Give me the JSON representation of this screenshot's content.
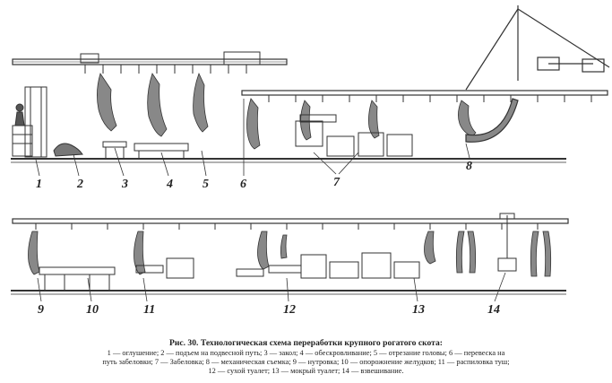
{
  "figure": {
    "numbers_top": [
      "1",
      "2",
      "3",
      "4",
      "5",
      "6",
      "7",
      "8"
    ],
    "numbers_bottom": [
      "9",
      "10",
      "11",
      "12",
      "13",
      "14"
    ],
    "caption_title": "Рис. 30. Технологическая схема переработки крупного рогатого скота:",
    "caption_line1": "1 — оглушение; 2 — подъем на подвесной путь; 3 — закол; 4 — обескровливание; 5 — отрезание головы; 6 — перевеска на",
    "caption_line2": "путь забеловки; 7 — Забеловка; 8 — механическая съемка; 9 — нутровка; 10 — опорожнение желудков; 11 — распиловка туш;",
    "caption_line3": "12 — сухой туалет; 13 — мокрый туалет; 14 — взвешивание."
  }
}
